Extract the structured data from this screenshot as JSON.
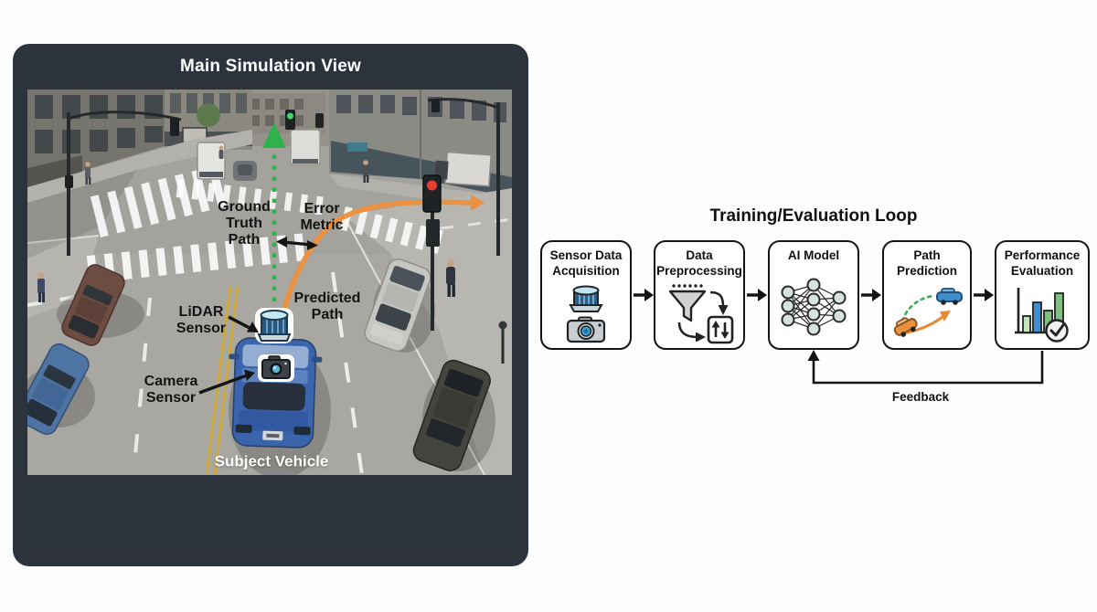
{
  "simulation": {
    "title": "Main Simulation View",
    "labels": {
      "ground_truth": "Ground\nTruth\nPath",
      "error_metric": "Error\nMetric",
      "predicted_path": "Predicted\nPath",
      "lidar": "LiDAR\nSensor",
      "camera": "Camera\nSensor",
      "subject_vehicle": "Subject Vehicle"
    },
    "scene_icons": [
      "lidar-sensor-icon",
      "camera-sensor-icon"
    ],
    "path_colors": {
      "ground_truth_green": "#2fb24c",
      "predicted_orange": "#ec9140",
      "annotation_black": "#141414"
    }
  },
  "flowchart": {
    "title": "Training/Evaluation Loop",
    "steps": [
      {
        "label": "Sensor Data\nAcquisition",
        "icons": [
          "lidar-icon",
          "camera-icon"
        ]
      },
      {
        "label": "Data\nPreprocessing",
        "icons": [
          "funnel-icon",
          "sort-arrows-icon"
        ]
      },
      {
        "label": "AI Model",
        "icons": [
          "neural-network-icon"
        ]
      },
      {
        "label": "Path\nPrediction",
        "icons": [
          "predicted-vs-actual-cars-icon"
        ]
      },
      {
        "label": "Performance\nEvaluation",
        "icons": [
          "bar-chart-icon",
          "check-icon"
        ]
      }
    ],
    "feedback_label": "Feedback",
    "accent_colors": {
      "green": "#3cab52",
      "orange": "#e58a35",
      "blue": "#3f8ed2"
    }
  }
}
